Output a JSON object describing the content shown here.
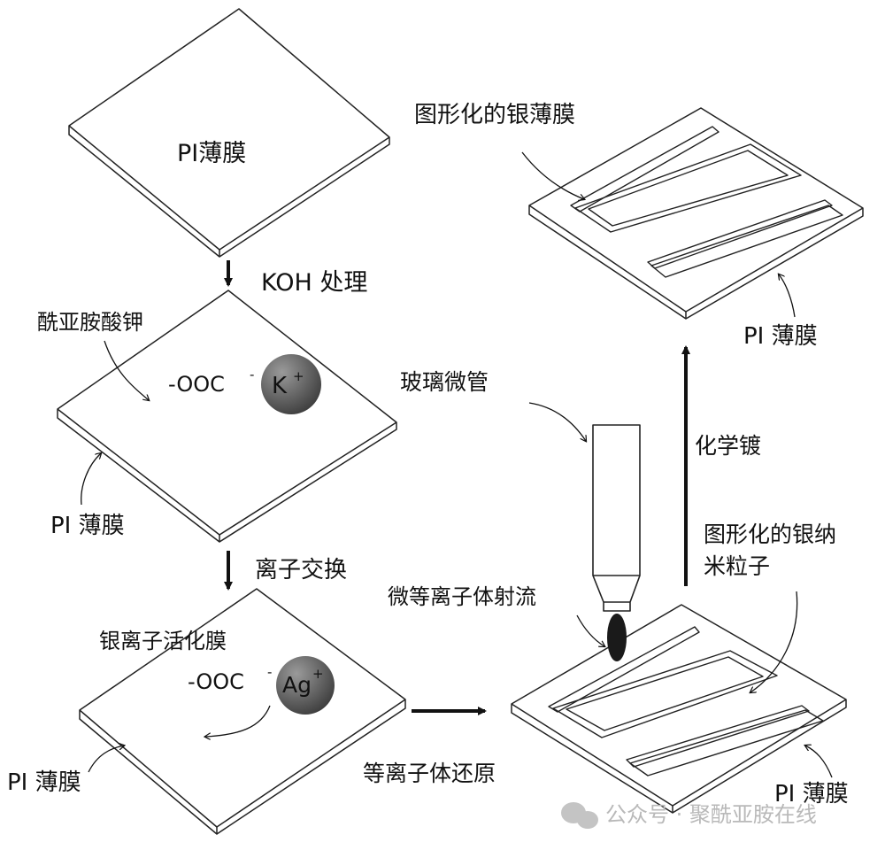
{
  "labels": {
    "film1": "PI薄膜",
    "step_koh": "KOH 处理",
    "polyamate": "酰亚胺酸钾",
    "carboxylate1": "-OOC",
    "superminus": "-",
    "k_ion": "K",
    "plus": "+",
    "film_pi": "PI 薄膜",
    "step_ion_exchange": "离子交换",
    "activated_film": "银离子活化膜",
    "carboxylate2": "-OOC",
    "ag_ion": "Ag",
    "step_plasma_reduce": "等离子体还原",
    "glass_tube": "玻璃微管",
    "plasma_jet": "微等离子体射流",
    "patterned_np_line1": "图形化的银纳",
    "patterned_np_line2": "米粒子",
    "step_electroless": "化学镀",
    "patterned_film": "图形化的银薄膜",
    "watermark": "公众号 · 聚酰亚胺在线"
  },
  "colors": {
    "ink": "#111111",
    "ion_sphere": "#5a5a5a",
    "watermark": "#b9b9b9"
  }
}
